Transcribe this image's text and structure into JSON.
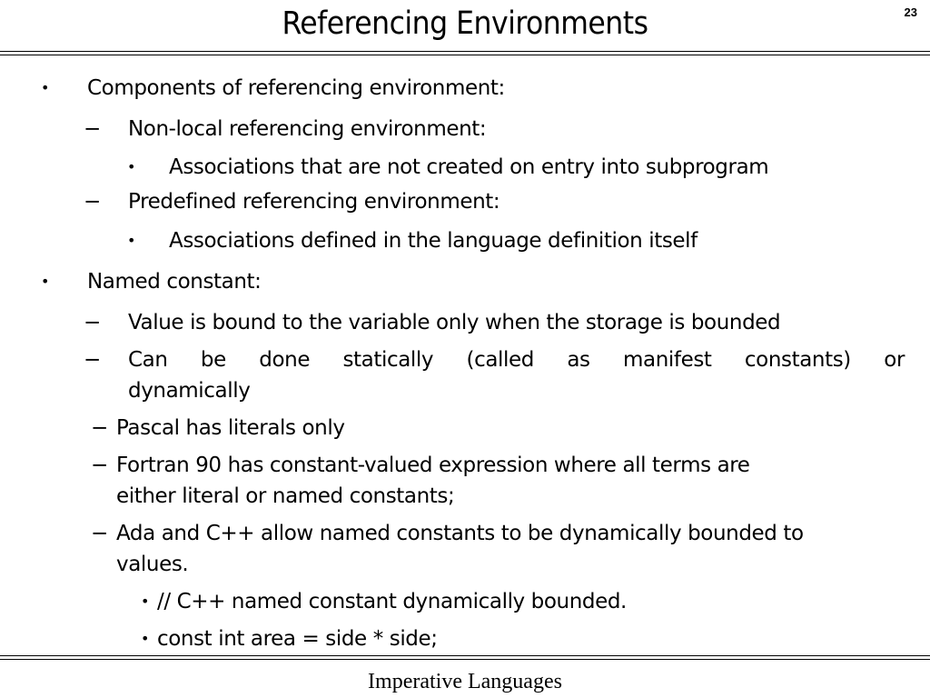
{
  "slide": {
    "title": "Referencing Environments",
    "page_number": "23",
    "footer": "Imperative Languages"
  },
  "markers": {
    "bullet": "•",
    "dash": "−"
  },
  "content": {
    "b1": "Components of referencing environment:",
    "b1_d1": "Non-local referencing environment:",
    "b1_d1_s1": "Associations that are not created on entry into subprogram",
    "b1_d2": "Predefined referencing environment:",
    "b1_d2_s1": "Associations defined in the language definition itself",
    "b2": "Named constant:",
    "b2_d1": "Value is bound to the variable only when the storage is bounded",
    "b2_d2_a": "Can be done statically (called as manifest constants) or",
    "b2_d2_b": "dynamically",
    "b2_d3": "Pascal has literals only",
    "b2_d4_a": "Fortran 90 has constant-valued expression where all terms are",
    "b2_d4_b": "either literal or named constants;",
    "b2_d5_a": "Ada and C++ allow named constants to be dynamically bounded to",
    "b2_d5_b": "values.",
    "b2_d5_s1": "// C++ named constant dynamically bounded.",
    "b2_d5_s2": "const int area = side * side;"
  }
}
